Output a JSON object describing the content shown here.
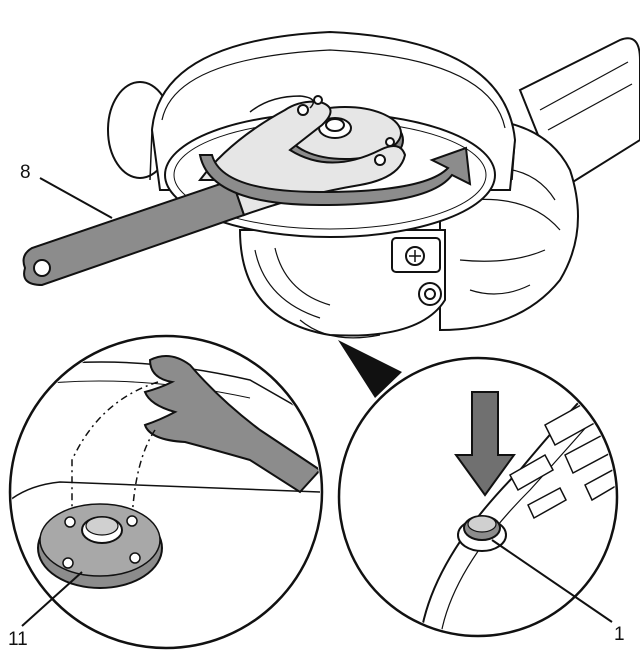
{
  "callouts": {
    "wrench": "8",
    "flange": "11",
    "spindle_lock": "1"
  },
  "colors": {
    "line": "#111111",
    "gray_fill": "#8c8c8c",
    "dark_gray": "#707070",
    "light_fill": "#e6e6e6",
    "background": "#ffffff"
  },
  "icons": {
    "rotation_arrow": "curved-arrow-icon",
    "press_arrow": "down-arrow-icon"
  }
}
